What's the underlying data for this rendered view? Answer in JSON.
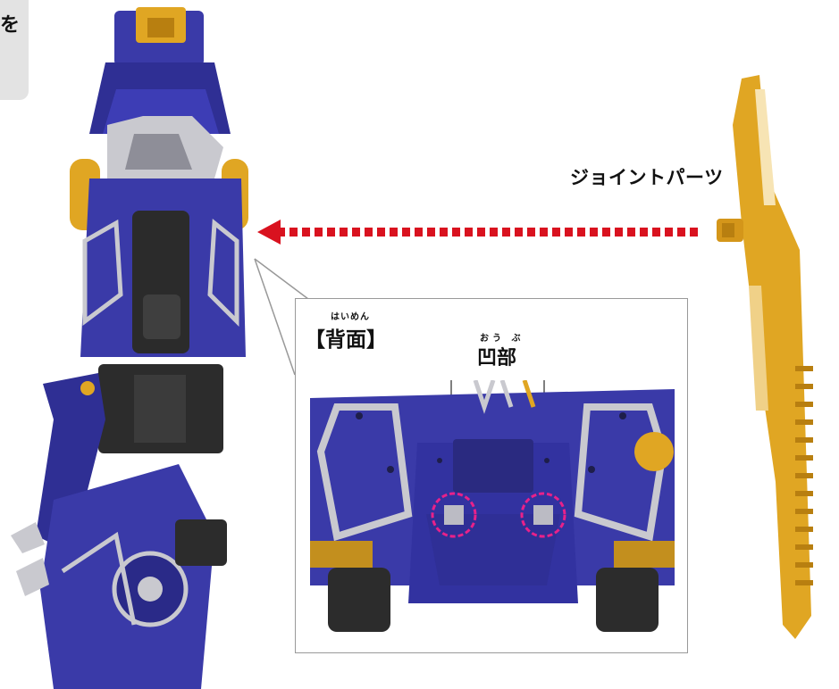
{
  "corner_tab": {
    "text": "を"
  },
  "labels": {
    "joint_parts": "ジョイントパーツ",
    "back_view": "【背面】",
    "back_view_ruby": "はいめん",
    "concave": "凹部",
    "concave_ruby": "おう ぶ"
  },
  "colors": {
    "robot_blue": "#3a3aa8",
    "robot_dark_blue": "#24246e",
    "gold": "#e0a623",
    "silver": "#c9c9cf",
    "arrow_red": "#d9121f",
    "highlight_pink": "#e8218a",
    "tab_grey": "#e3e3e3"
  }
}
